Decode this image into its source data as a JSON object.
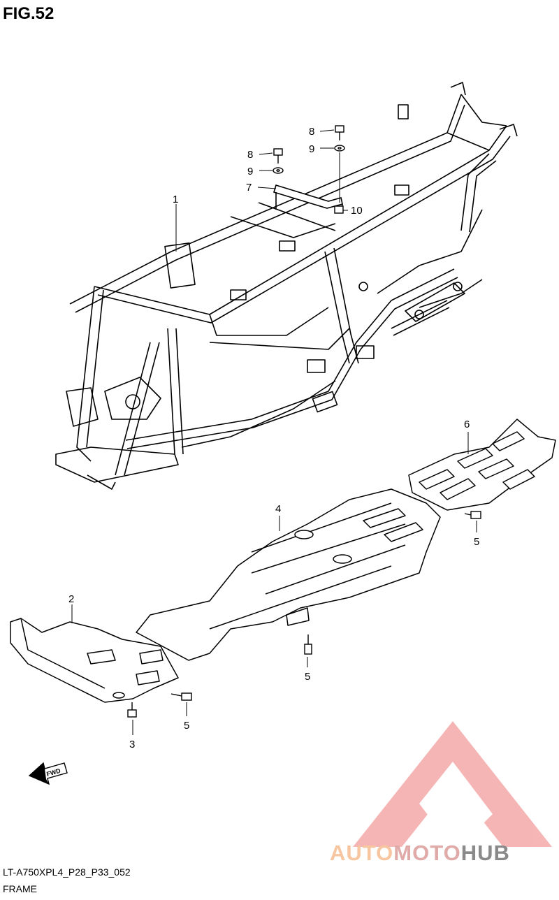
{
  "figure": {
    "title": "FIG.52"
  },
  "footer": {
    "code": "LT-A750XPL4_P28_P33_052",
    "name": "FRAME"
  },
  "callouts": [
    {
      "id": "c1",
      "text": "1"
    },
    {
      "id": "c2",
      "text": "2"
    },
    {
      "id": "c3",
      "text": "3"
    },
    {
      "id": "c4",
      "text": "4"
    },
    {
      "id": "c5a",
      "text": "5"
    },
    {
      "id": "c5b",
      "text": "5"
    },
    {
      "id": "c5c",
      "text": "5"
    },
    {
      "id": "c6",
      "text": "6"
    },
    {
      "id": "c7",
      "text": "7"
    },
    {
      "id": "c8a",
      "text": "8"
    },
    {
      "id": "c8b",
      "text": "8"
    },
    {
      "id": "c9a",
      "text": "9"
    },
    {
      "id": "c9b",
      "text": "9"
    },
    {
      "id": "c10",
      "text": "10"
    }
  ],
  "direction_indicator": {
    "label": "FWD"
  },
  "watermark": {
    "part1": "AUTO",
    "part2": "MOTO",
    "part3": "HUB",
    "colors": [
      "#f7c6a0",
      "#e0aaa8",
      "#8a8a8a"
    ]
  }
}
